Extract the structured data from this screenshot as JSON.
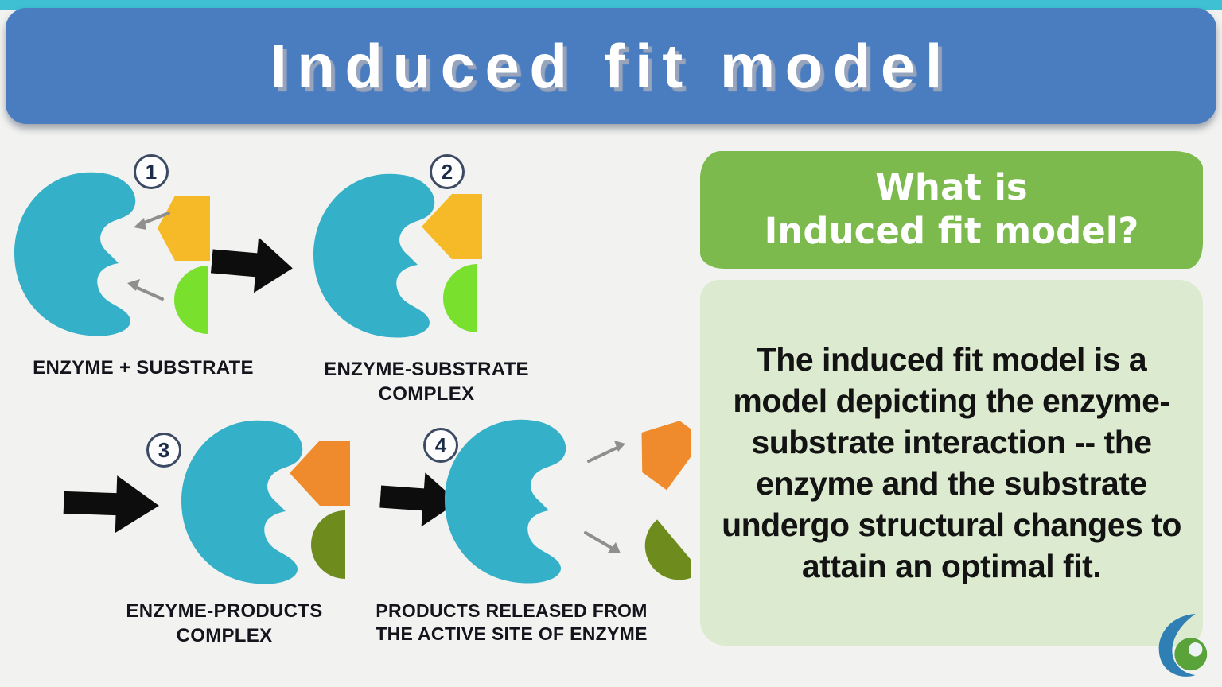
{
  "header": {
    "title": "Induced fit model"
  },
  "steps": [
    {
      "number": "1",
      "label": "ENZYME + SUBSTRATE"
    },
    {
      "number": "2",
      "label": "ENZYME-SUBSTRATE COMPLEX"
    },
    {
      "number": "3",
      "label": "ENZYME-PRODUCTS COMPLEX"
    },
    {
      "number": "4",
      "label": "PRODUCTS RELEASED FROM THE ACTIVE SITE OF ENZYME"
    }
  ],
  "qa": {
    "question_line1": "What is",
    "question_line2": "Induced fit model?",
    "answer": "The induced fit model is a model depicting the enzyme-substrate interaction -- the enzyme and the substrate undergo structural changes to attain an optimal fit."
  },
  "colors": {
    "bg": "#f2f2f0",
    "strip-cyan": "#3fc0d3",
    "header-blue": "#4a7dc0",
    "enzyme-teal": "#35b0c9",
    "substrate-yellow": "#f6b927",
    "substrate-green": "#79e02e",
    "product-orange": "#ef8b2c",
    "product-olive": "#6e8c1e",
    "arrow-black": "#0d0d0d",
    "gray-arrow": "#8f8f8f",
    "q-green": "#7cba4e",
    "panel-green": "#dcead0"
  }
}
